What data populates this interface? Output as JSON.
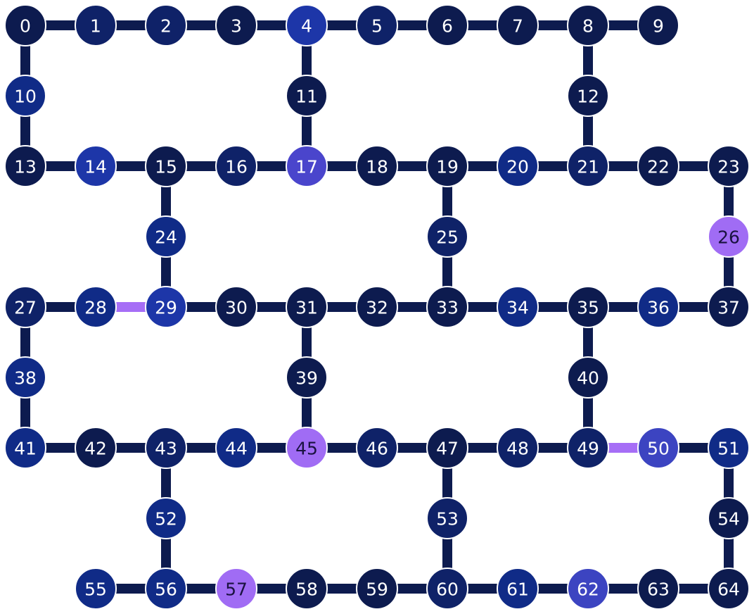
{
  "palette": {
    "darkest": "#0d1b4f",
    "dark": "#0f2268",
    "medium": "#102b87",
    "bright": "#1d36a8",
    "indigo": "#3c44c1",
    "violet": "#4a45cc",
    "lavender": "#a06cf4",
    "edge_default": "#0d1b4f",
    "edge_highlight": "#a66ef6",
    "label_light": "#ffffff",
    "label_dark": "#1a1240",
    "node_border": "#ffffff"
  },
  "qubits": [
    {
      "id": "0",
      "tone": "darkest"
    },
    {
      "id": "1",
      "tone": "dark"
    },
    {
      "id": "2",
      "tone": "dark"
    },
    {
      "id": "3",
      "tone": "darkest"
    },
    {
      "id": "4",
      "tone": "bright"
    },
    {
      "id": "5",
      "tone": "dark"
    },
    {
      "id": "6",
      "tone": "darkest"
    },
    {
      "id": "7",
      "tone": "darkest"
    },
    {
      "id": "8",
      "tone": "darkest"
    },
    {
      "id": "9",
      "tone": "darkest"
    },
    {
      "id": "10",
      "tone": "medium"
    },
    {
      "id": "11",
      "tone": "darkest"
    },
    {
      "id": "12",
      "tone": "darkest"
    },
    {
      "id": "13",
      "tone": "darkest"
    },
    {
      "id": "14",
      "tone": "bright"
    },
    {
      "id": "15",
      "tone": "darkest"
    },
    {
      "id": "16",
      "tone": "dark"
    },
    {
      "id": "17",
      "tone": "violet"
    },
    {
      "id": "18",
      "tone": "darkest"
    },
    {
      "id": "19",
      "tone": "darkest"
    },
    {
      "id": "20",
      "tone": "medium"
    },
    {
      "id": "21",
      "tone": "dark"
    },
    {
      "id": "22",
      "tone": "darkest"
    },
    {
      "id": "23",
      "tone": "darkest"
    },
    {
      "id": "24",
      "tone": "medium"
    },
    {
      "id": "25",
      "tone": "dark"
    },
    {
      "id": "26",
      "tone": "lavender"
    },
    {
      "id": "27",
      "tone": "dark"
    },
    {
      "id": "28",
      "tone": "medium"
    },
    {
      "id": "29",
      "tone": "bright"
    },
    {
      "id": "30",
      "tone": "darkest"
    },
    {
      "id": "31",
      "tone": "darkest"
    },
    {
      "id": "32",
      "tone": "darkest"
    },
    {
      "id": "33",
      "tone": "darkest"
    },
    {
      "id": "34",
      "tone": "medium"
    },
    {
      "id": "35",
      "tone": "darkest"
    },
    {
      "id": "36",
      "tone": "medium"
    },
    {
      "id": "37",
      "tone": "darkest"
    },
    {
      "id": "38",
      "tone": "medium"
    },
    {
      "id": "39",
      "tone": "darkest"
    },
    {
      "id": "40",
      "tone": "darkest"
    },
    {
      "id": "41",
      "tone": "medium"
    },
    {
      "id": "42",
      "tone": "darkest"
    },
    {
      "id": "43",
      "tone": "dark"
    },
    {
      "id": "44",
      "tone": "medium"
    },
    {
      "id": "45",
      "tone": "lavender"
    },
    {
      "id": "46",
      "tone": "dark"
    },
    {
      "id": "47",
      "tone": "darkest"
    },
    {
      "id": "48",
      "tone": "dark"
    },
    {
      "id": "49",
      "tone": "dark"
    },
    {
      "id": "50",
      "tone": "indigo"
    },
    {
      "id": "51",
      "tone": "medium"
    },
    {
      "id": "52",
      "tone": "medium"
    },
    {
      "id": "53",
      "tone": "dark"
    },
    {
      "id": "54",
      "tone": "darkest"
    },
    {
      "id": "55",
      "tone": "medium"
    },
    {
      "id": "56",
      "tone": "medium"
    },
    {
      "id": "57",
      "tone": "lavender"
    },
    {
      "id": "58",
      "tone": "darkest"
    },
    {
      "id": "59",
      "tone": "darkest"
    },
    {
      "id": "60",
      "tone": "dark"
    },
    {
      "id": "61",
      "tone": "medium"
    },
    {
      "id": "62",
      "tone": "indigo"
    },
    {
      "id": "63",
      "tone": "darkest"
    },
    {
      "id": "64",
      "tone": "darkest"
    }
  ],
  "couplers": [
    {
      "from": "0",
      "to": "1"
    },
    {
      "from": "1",
      "to": "2"
    },
    {
      "from": "2",
      "to": "3"
    },
    {
      "from": "3",
      "to": "4"
    },
    {
      "from": "4",
      "to": "5"
    },
    {
      "from": "5",
      "to": "6"
    },
    {
      "from": "6",
      "to": "7"
    },
    {
      "from": "7",
      "to": "8"
    },
    {
      "from": "8",
      "to": "9"
    },
    {
      "from": "0",
      "to": "10"
    },
    {
      "from": "10",
      "to": "13"
    },
    {
      "from": "4",
      "to": "11"
    },
    {
      "from": "11",
      "to": "17"
    },
    {
      "from": "8",
      "to": "12"
    },
    {
      "from": "12",
      "to": "21"
    },
    {
      "from": "13",
      "to": "14"
    },
    {
      "from": "14",
      "to": "15"
    },
    {
      "from": "15",
      "to": "16"
    },
    {
      "from": "16",
      "to": "17"
    },
    {
      "from": "17",
      "to": "18"
    },
    {
      "from": "18",
      "to": "19"
    },
    {
      "from": "19",
      "to": "20"
    },
    {
      "from": "20",
      "to": "21"
    },
    {
      "from": "21",
      "to": "22"
    },
    {
      "from": "22",
      "to": "23"
    },
    {
      "from": "15",
      "to": "24"
    },
    {
      "from": "24",
      "to": "29"
    },
    {
      "from": "19",
      "to": "25"
    },
    {
      "from": "25",
      "to": "33"
    },
    {
      "from": "23",
      "to": "26"
    },
    {
      "from": "26",
      "to": "37"
    },
    {
      "from": "27",
      "to": "28"
    },
    {
      "from": "28",
      "to": "29",
      "highlight": true
    },
    {
      "from": "29",
      "to": "30"
    },
    {
      "from": "30",
      "to": "31"
    },
    {
      "from": "31",
      "to": "32"
    },
    {
      "from": "32",
      "to": "33"
    },
    {
      "from": "33",
      "to": "34"
    },
    {
      "from": "34",
      "to": "35"
    },
    {
      "from": "35",
      "to": "36"
    },
    {
      "from": "36",
      "to": "37"
    },
    {
      "from": "27",
      "to": "38"
    },
    {
      "from": "38",
      "to": "41"
    },
    {
      "from": "31",
      "to": "39"
    },
    {
      "from": "39",
      "to": "45"
    },
    {
      "from": "35",
      "to": "40"
    },
    {
      "from": "40",
      "to": "49"
    },
    {
      "from": "41",
      "to": "42"
    },
    {
      "from": "42",
      "to": "43"
    },
    {
      "from": "43",
      "to": "44"
    },
    {
      "from": "44",
      "to": "45"
    },
    {
      "from": "45",
      "to": "46"
    },
    {
      "from": "46",
      "to": "47"
    },
    {
      "from": "47",
      "to": "48"
    },
    {
      "from": "48",
      "to": "49"
    },
    {
      "from": "49",
      "to": "50",
      "highlight": true
    },
    {
      "from": "50",
      "to": "51"
    },
    {
      "from": "43",
      "to": "52"
    },
    {
      "from": "52",
      "to": "56"
    },
    {
      "from": "47",
      "to": "53"
    },
    {
      "from": "53",
      "to": "60"
    },
    {
      "from": "51",
      "to": "54"
    },
    {
      "from": "54",
      "to": "64"
    },
    {
      "from": "55",
      "to": "56"
    },
    {
      "from": "56",
      "to": "57"
    },
    {
      "from": "57",
      "to": "58"
    },
    {
      "from": "58",
      "to": "59"
    },
    {
      "from": "59",
      "to": "60"
    },
    {
      "from": "60",
      "to": "61"
    },
    {
      "from": "61",
      "to": "62"
    },
    {
      "from": "62",
      "to": "63"
    },
    {
      "from": "63",
      "to": "64"
    }
  ]
}
